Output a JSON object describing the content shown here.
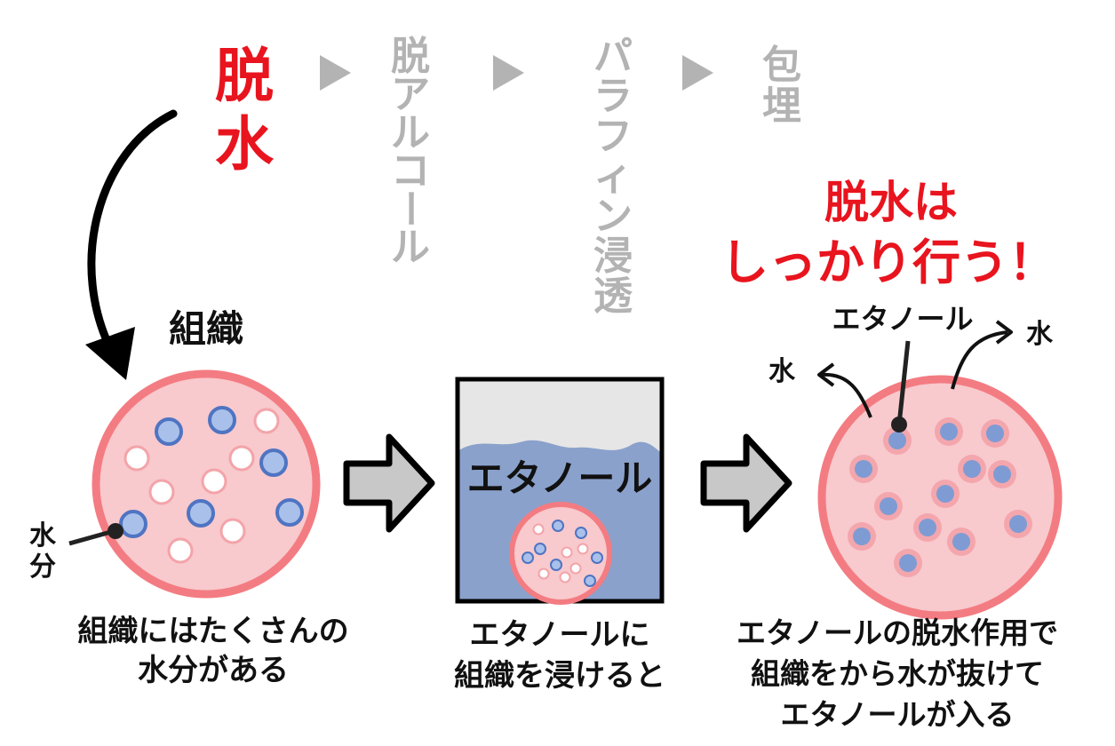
{
  "steps": [
    {
      "label": "脱水",
      "active": true
    },
    {
      "label": "脱アルコール",
      "active": false
    },
    {
      "label": "パラフィン浸透",
      "active": false
    },
    {
      "label": "包埋",
      "active": false
    }
  ],
  "colors": {
    "active": "#e8141e",
    "inactive": "#b3b3b3",
    "tissue_fill": "#f8c9cd",
    "tissue_rim": "#f37c82",
    "water_blue": "#5a7ec6",
    "water_blue_fill": "#a9c1ea",
    "ethanol": "#8aa1cc",
    "ethanol_dot": "#7f9bd3",
    "arrow_fill": "#c8c8c8"
  },
  "panel1": {
    "title": "組織",
    "water_label": "水分",
    "caption_line1": "組織にはたくさんの",
    "caption_line2": "水分がある"
  },
  "panel2": {
    "ethanol_label": "エタノール",
    "caption_line1": "エタノールに",
    "caption_line2": "組織を浸けると"
  },
  "panel3": {
    "headline_line1": "脱水は",
    "headline_line2": "しっかり行う！",
    "ethanol_label": "エタノール",
    "water_left": "水",
    "water_right": "水",
    "caption_line1": "エタノールの脱水作用で",
    "caption_line2": "組織をから水が抜けて",
    "caption_line3": "エタノールが入る"
  }
}
